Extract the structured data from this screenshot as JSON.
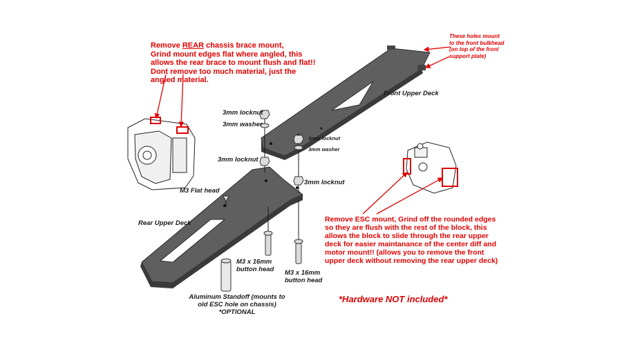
{
  "colors": {
    "red": "#e00000",
    "plate": "#5f5f5f",
    "plate_edge": "#2a2a2a",
    "ink": "#1a1a1a"
  },
  "notes": {
    "rear_mount": {
      "pre": "Remove ",
      "emph": "REAR",
      "post": " chassis brace mount,",
      "rest": "Grind mount edges flat where angled, this allows the rear brace to mount flush and flat!! Dont remove too much material, just the angled material."
    },
    "holes": "These holes mount to the front bulkhead (on top of the front support plate)",
    "esc": "Remove ESC mount, Grind off the rounded edges so they are flush with the rest of the block, this allows the block to slide through the rear upper deck for easier maintanance of the center diff and motor mount!! (allows you to remove the front upper deck without removing the rear upper deck)",
    "hardware": "*Hardware NOT included*"
  },
  "labels": {
    "front_upper_deck": "Front Upper Deck",
    "rear_upper_deck": "Rear Upper Deck",
    "locknut_top": "3mm locknut",
    "washer_top": "3mm washer",
    "locknut_inner": "3mm locknut",
    "washer_inner": "3mm washer",
    "locknut_left": "3mm locknut",
    "locknut_right": "3mm locknut",
    "flat_head": "M3 Flat head",
    "bolt_left": "M3 x 16mm button head",
    "bolt_right": "M3 x 16mm button head",
    "standoff": "Aluminum Standoff (mounts to old ESC hole on chassis) *OPTIONAL"
  }
}
